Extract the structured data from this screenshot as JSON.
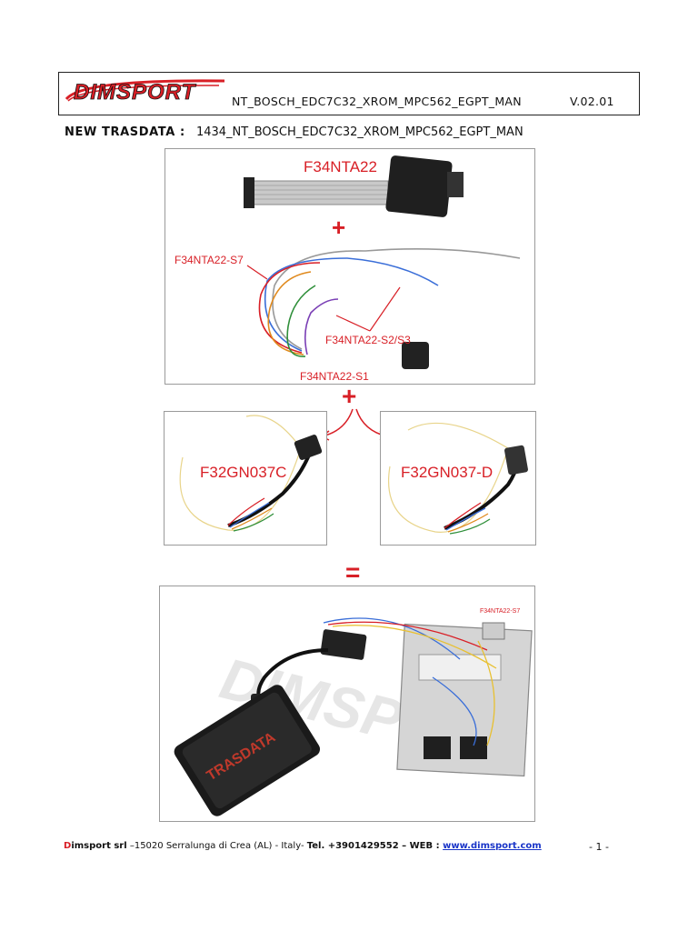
{
  "header": {
    "logo_text": "DIMSPORT",
    "title": "NT_BOSCH_EDC7C32_XROM_MPC562_EGPT_MAN",
    "version": "V.02.01"
  },
  "trasdata": {
    "label": "NEW TRASDATA :",
    "value": "1434_NT_BOSCH_EDC7C32_XROM_MPC562_EGPT_MAN"
  },
  "panel1": {
    "module_label": "F34NTA22",
    "plus": "+",
    "s7_label": "F34NTA22-S7",
    "s2s3_label": "F34NTA22-S2/S3",
    "s1_label": "F34NTA22-S1"
  },
  "middle": {
    "plus": "+",
    "left_label": "F32GN037C",
    "right_label": "F32GN037-D"
  },
  "equals": "=",
  "panel3": {
    "small_label": "F34NTA22-S7",
    "watermark": "DIMSPORT",
    "device_text": "TRASDATA"
  },
  "footer": {
    "brand_first": "D",
    "brand_rest": "imsport srl",
    "address": " –15020 Serralunga di Crea (AL) - Italy- ",
    "tel_label": "Tel. +3901429552",
    "web_label": " – WEB : ",
    "web_url": "www.dimsport.com",
    "page": "- 1 -"
  },
  "colors": {
    "brand_red": "#d81f26",
    "link_blue": "#1a35c8"
  }
}
